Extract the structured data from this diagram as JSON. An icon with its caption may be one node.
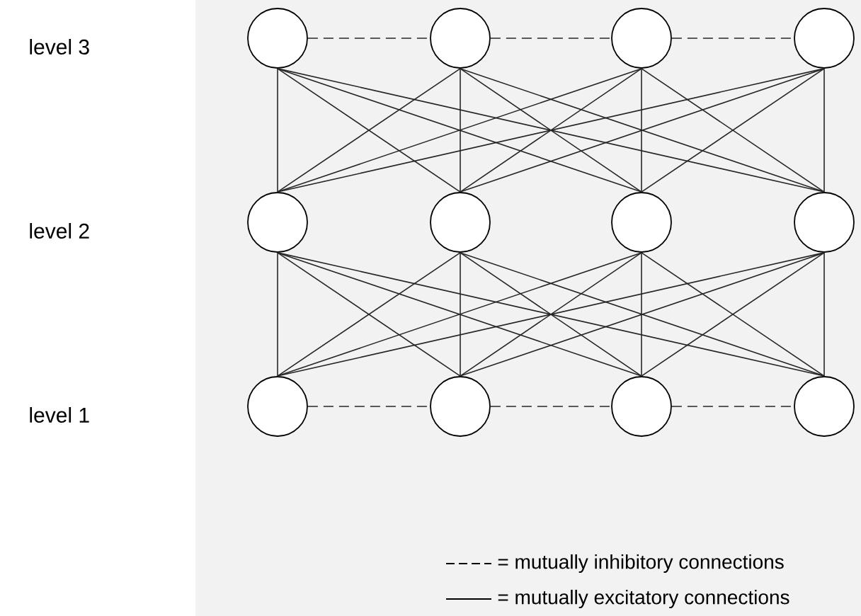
{
  "diagram": {
    "nodes": [
      {
        "text": [],
        "shape": "circle"
      },
      {
        "text": [],
        "shape": "circle"
      },
      {
        "text": [],
        "shape": "circle"
      },
      {
        "text": [],
        "shape": "circle"
      },
      {
        "text": [],
        "shape": "circle"
      },
      {
        "text": [],
        "shape": "circle"
      },
      {
        "text": [],
        "shape": "circle"
      },
      {
        "text": [],
        "shape": "circle"
      },
      {
        "text": [],
        "shape": "circle"
      },
      {
        "text": [],
        "shape": "circle"
      },
      {
        "text": [],
        "shape": "circle"
      },
      {
        "text": [],
        "shape": "circle"
      }
    ],
    "edges": [
      {
        "from": 0,
        "to": 1,
        "arrow": "none",
        "style": "dashed"
      },
      {
        "from": 1,
        "to": 2,
        "arrow": "none",
        "style": "dashed"
      },
      {
        "from": 2,
        "to": 3,
        "arrow": "none",
        "style": "dashed"
      },
      {
        "from": 0,
        "to": 4,
        "arrow": "none"
      },
      {
        "from": 0,
        "to": 5,
        "arrow": "none"
      },
      {
        "from": 0,
        "to": 6,
        "arrow": "none"
      },
      {
        "from": 0,
        "to": 7,
        "arrow": "none"
      },
      {
        "from": 1,
        "to": 4,
        "arrow": "none"
      },
      {
        "from": 1,
        "to": 5,
        "arrow": "none"
      },
      {
        "from": 1,
        "to": 6,
        "arrow": "none"
      },
      {
        "from": 1,
        "to": 7,
        "arrow": "none"
      },
      {
        "from": 2,
        "to": 4,
        "arrow": "none"
      },
      {
        "from": 2,
        "to": 5,
        "arrow": "none"
      },
      {
        "from": 2,
        "to": 6,
        "arrow": "none"
      },
      {
        "from": 2,
        "to": 7,
        "arrow": "none"
      },
      {
        "from": 3,
        "to": 4,
        "arrow": "none"
      },
      {
        "from": 3,
        "to": 5,
        "arrow": "none"
      },
      {
        "from": 3,
        "to": 6,
        "arrow": "none"
      },
      {
        "from": 3,
        "to": 7,
        "arrow": "none"
      },
      {
        "from": 4,
        "to": 8,
        "arrow": "none"
      },
      {
        "from": 4,
        "to": 9,
        "arrow": "none"
      },
      {
        "from": 4,
        "to": 10,
        "arrow": "none"
      },
      {
        "from": 4,
        "to": 11,
        "arrow": "none"
      },
      {
        "from": 5,
        "to": 8,
        "arrow": "none"
      },
      {
        "from": 5,
        "to": 9,
        "arrow": "none"
      },
      {
        "from": 5,
        "to": 10,
        "arrow": "none"
      },
      {
        "from": 5,
        "to": 11,
        "arrow": "none"
      },
      {
        "from": 6,
        "to": 8,
        "arrow": "none"
      },
      {
        "from": 6,
        "to": 9,
        "arrow": "none"
      },
      {
        "from": 6,
        "to": 10,
        "arrow": "none"
      },
      {
        "from": 6,
        "to": 11,
        "arrow": "none"
      },
      {
        "from": 7,
        "to": 8,
        "arrow": "none"
      },
      {
        "from": 7,
        "to": 9,
        "arrow": "none"
      },
      {
        "from": 7,
        "to": 10,
        "arrow": "none"
      },
      {
        "from": 7,
        "to": 11,
        "arrow": "none"
      },
      {
        "from": 8,
        "to": 9,
        "arrow": "none",
        "style": "dashed"
      },
      {
        "from": 9,
        "to": 10,
        "arrow": "none",
        "style": "dashed"
      },
      {
        "from": 10,
        "to": 11,
        "arrow": "none",
        "style": "dashed"
      }
    ],
    "labels": [
      "level 3",
      "level 2",
      "level 1"
    ],
    "legend": [
      {
        "text": "= mutually inhibitory connections"
      },
      {
        "text": "= mutually excitatory connections"
      }
    ]
  }
}
